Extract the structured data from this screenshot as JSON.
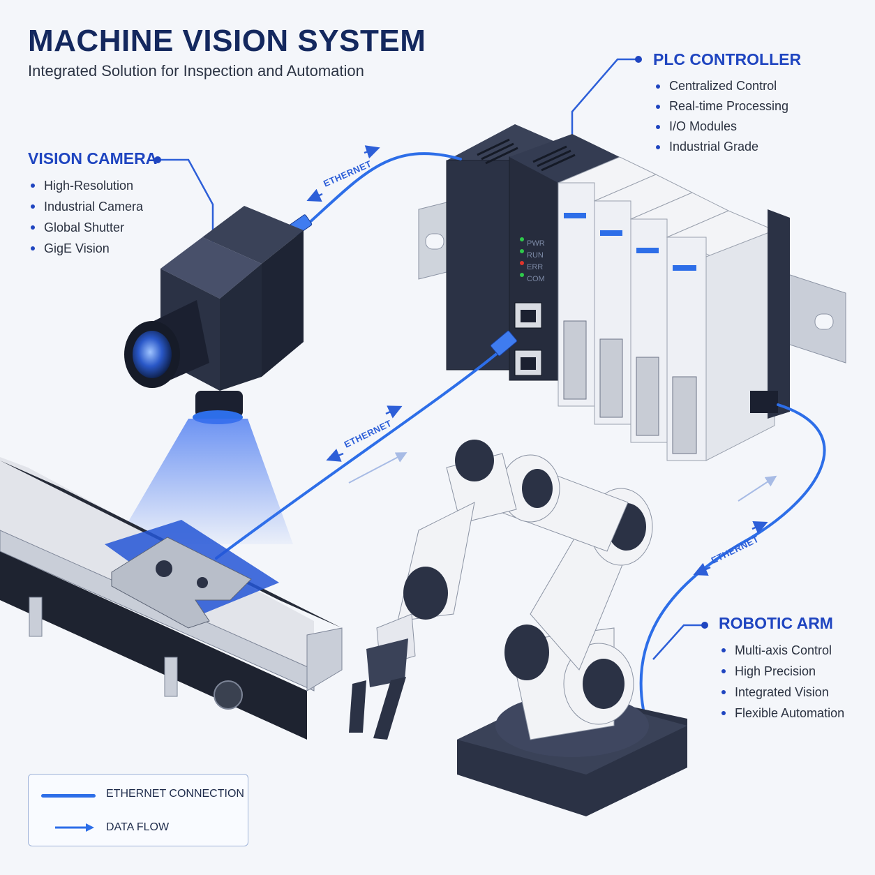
{
  "header": {
    "title": "MACHINE VISION SYSTEM",
    "subtitle": "Integrated Solution for Inspection and Automation"
  },
  "camera": {
    "heading": "VISION CAMERA",
    "features": [
      "High-Resolution",
      "Industrial Camera",
      "Global Shutter",
      "GigE Vision"
    ]
  },
  "plc": {
    "heading": "PLC CONTROLLER",
    "features": [
      "Centralized Control",
      "Real-time Processing",
      "I/O Modules",
      "Industrial Grade"
    ],
    "status_leds": [
      {
        "label": "PWR",
        "color": "#2ec94b"
      },
      {
        "label": "RUN",
        "color": "#2ec94b"
      },
      {
        "label": "ERR",
        "color": "#e0342b"
      },
      {
        "label": "COM",
        "color": "#2ec94b"
      }
    ]
  },
  "robot": {
    "heading": "ROBOTIC ARM",
    "features": [
      "Multi-axis Control",
      "High Precision",
      "Integrated Vision",
      "Flexible Automation"
    ]
  },
  "cable_labels": {
    "camera_plc": "ETHERNET",
    "plc_conveyor": "ETHERNET",
    "plc_robot": "ETHERNET"
  },
  "legend": {
    "ethernet_label": "ETHERNET CONNECTION",
    "dataflow_label": "DATA FLOW"
  },
  "colors": {
    "accent": "#1f45c0",
    "cable": "#2d6ee8",
    "title": "#14285e",
    "equipment_dark": "#2b3245",
    "equipment_light": "#eef0f5"
  }
}
